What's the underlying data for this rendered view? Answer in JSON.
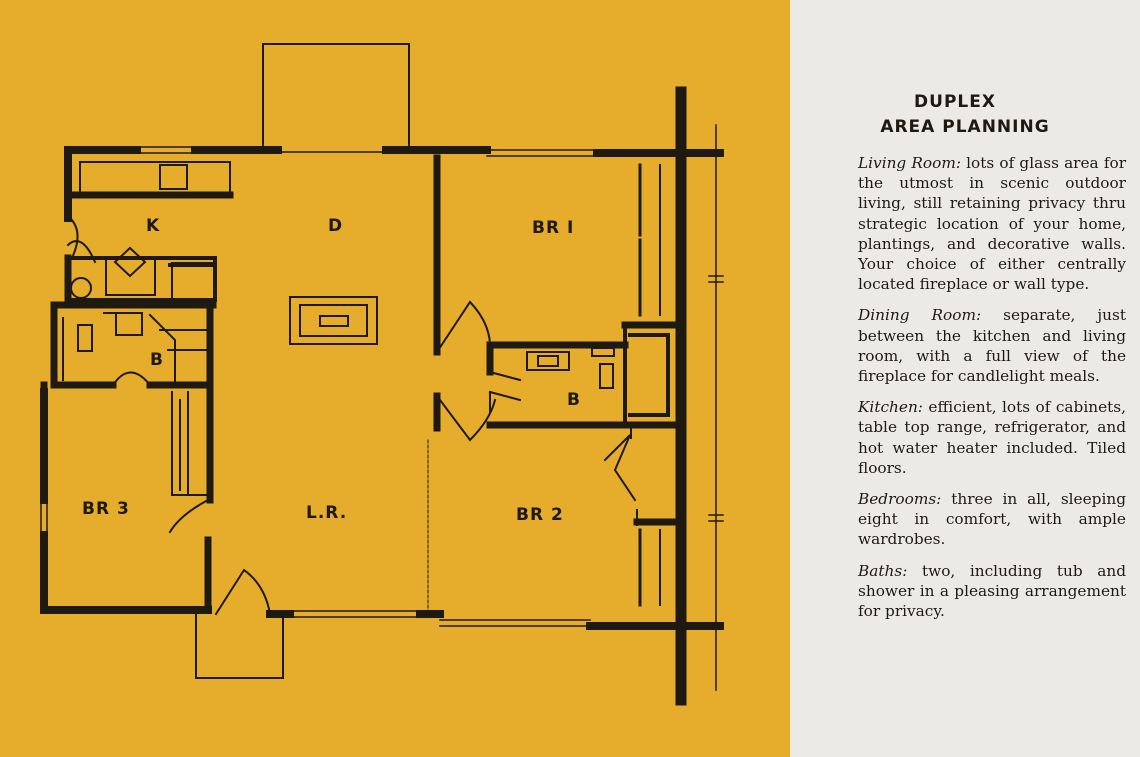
{
  "heading": {
    "line1": "DUPLEX",
    "line2": "AREA PLANNING"
  },
  "rooms": {
    "kitchen": "K",
    "dining": "D",
    "bedroom1": "BR I",
    "bath_left": "B",
    "bath_right": "B",
    "bedroom3": "BR 3",
    "living": "L.R.",
    "bedroom2": "BR 2"
  },
  "descriptions": [
    {
      "term": "Living Room:",
      "text": " lots of glass area for the utmost in scenic outdoor living, still retaining privacy thru strategic location of your home, plantings, and decorative walls. Your choice of either centrally located fireplace or wall type."
    },
    {
      "term": "Dining Room:",
      "text": " separate, just between the kitchen and living room, with a full view of the fireplace for candlelight meals."
    },
    {
      "term": "Kitchen:",
      "text": " efficient, lots of cabinets, table top range, refrigerator, and hot water heater included. Tiled floors."
    },
    {
      "term": "Bedrooms:",
      "text": " three in all, sleeping eight in comfort, with ample wardrobes."
    },
    {
      "term": "Baths:",
      "text": " two, including tub and shower in a pleasing arrangement for privacy."
    }
  ],
  "colors": {
    "panel_yellow": "#e6ac2c",
    "paper": "#eceae4",
    "ink": "#1e1a12"
  }
}
